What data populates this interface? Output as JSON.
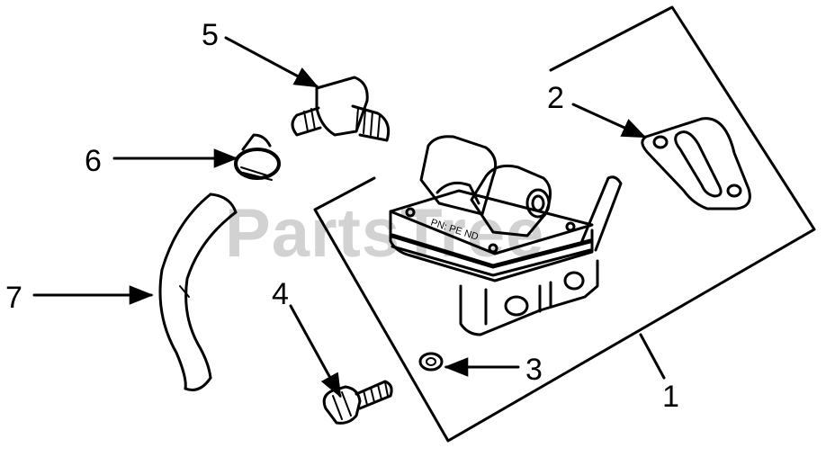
{
  "watermark": "PartsTree",
  "part_stamp": "PN: PE ND",
  "callouts": {
    "c1": "1",
    "c2": "2",
    "c3": "3",
    "c4": "4",
    "c5": "5",
    "c6": "6",
    "c7": "7"
  },
  "parts": [
    {
      "number": "1",
      "name": "fuel-pump-assembly"
    },
    {
      "number": "2",
      "name": "gasket"
    },
    {
      "number": "3",
      "name": "washer"
    },
    {
      "number": "4",
      "name": "screw"
    },
    {
      "number": "5",
      "name": "elbow-fitting"
    },
    {
      "number": "6",
      "name": "hose-clamp"
    },
    {
      "number": "7",
      "name": "fuel-hose"
    }
  ],
  "colors": {
    "line": "#000000",
    "background": "#ffffff",
    "watermark": "#d2d2d2"
  }
}
